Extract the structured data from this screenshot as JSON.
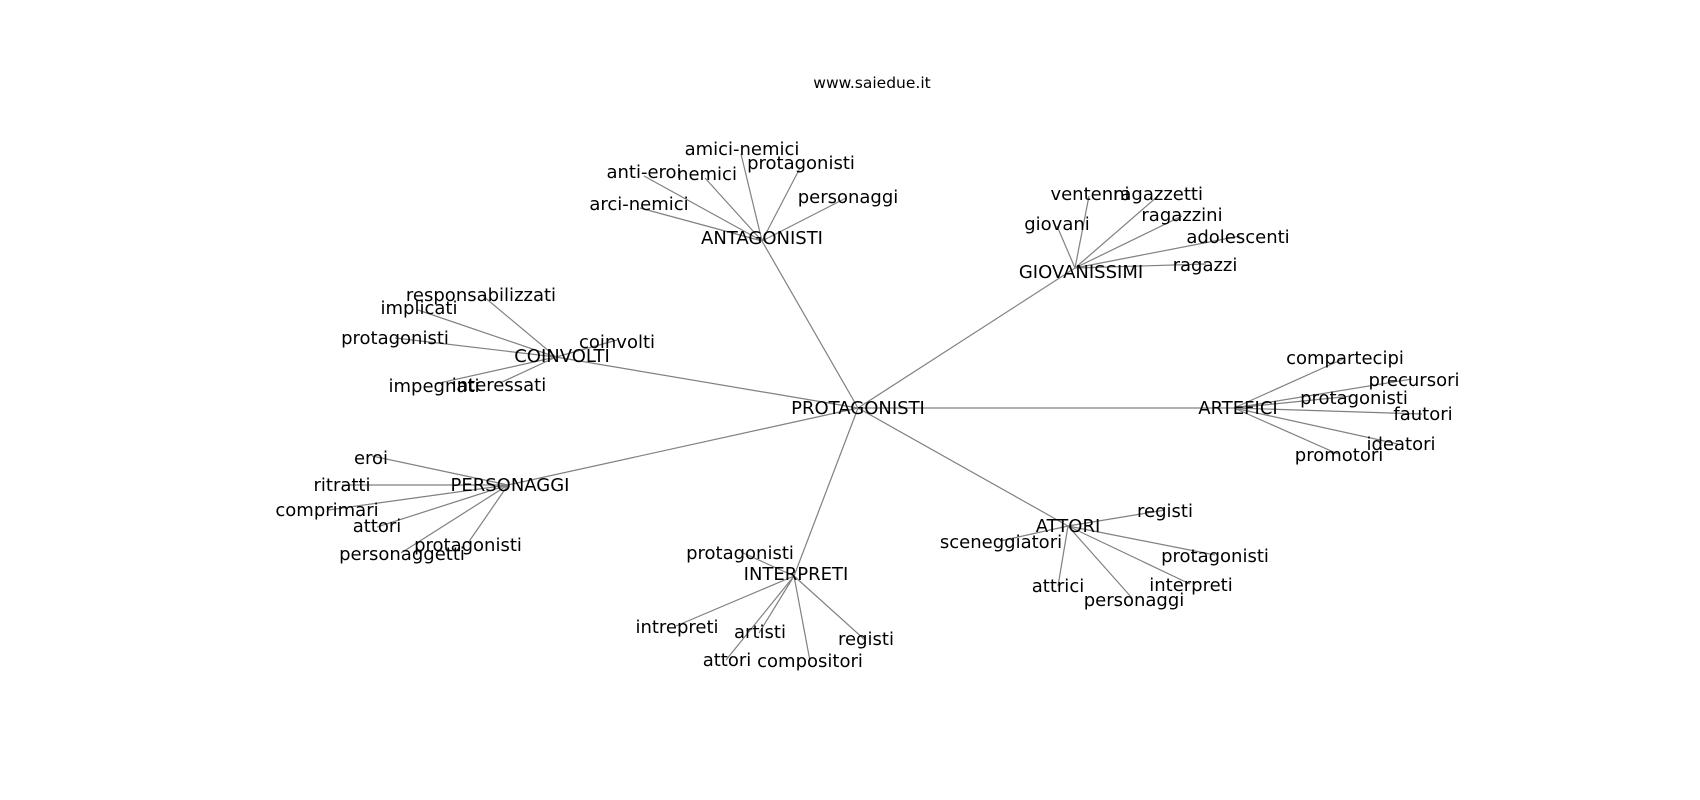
{
  "site": "www.saiedue.it",
  "center": "PROTAGONISTI",
  "groups": [
    {
      "key": "antagonisti",
      "label": "ANTAGONISTI",
      "leaves": [
        "amici-nemici",
        "anti-eroi",
        "nemici",
        "protagonisti",
        "arci-nemici",
        "personaggi"
      ]
    },
    {
      "key": "giovanissimi",
      "label": "GIOVANISSIMI",
      "leaves": [
        "ventenni",
        "ragazzetti",
        "giovani",
        "ragazzini",
        "adolescenti",
        "ragazzi"
      ]
    },
    {
      "key": "coinvolti",
      "label": "COINVOLTI",
      "leaves": [
        "responsabilizzati",
        "implicati",
        "protagonisti",
        "coinvolti",
        "impegnati",
        "interessati"
      ]
    },
    {
      "key": "artefici",
      "label": "ARTEFICI",
      "leaves": [
        "compartecipi",
        "precursori",
        "protagonisti",
        "fautori",
        "ideatori",
        "promotori"
      ]
    },
    {
      "key": "personaggi",
      "label": "PERSONAGGI",
      "leaves": [
        "eroi",
        "ritratti",
        "comprimari",
        "attori",
        "protagonisti",
        "personaggetti"
      ]
    },
    {
      "key": "attori",
      "label": "ATTORI",
      "leaves": [
        "registi",
        "sceneggiatori",
        "protagonisti",
        "interpreti",
        "attrici",
        "personaggi"
      ]
    },
    {
      "key": "interpreti",
      "label": "INTERPRETI",
      "leaves": [
        "protagonisti",
        "intrepreti",
        "artisti",
        "registi",
        "attori",
        "compositori"
      ]
    }
  ],
  "colors": {
    "edge": "#808080",
    "text": "#000000",
    "background": "#ffffff"
  }
}
